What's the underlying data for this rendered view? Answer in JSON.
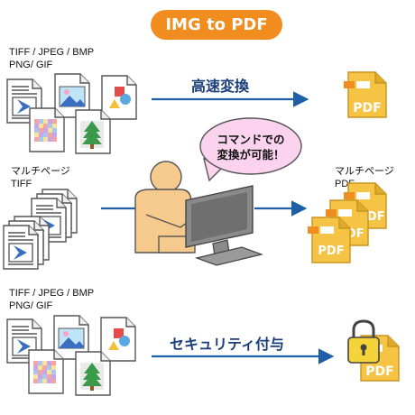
{
  "title": "IMG to PDF",
  "row1": {
    "formats_line1": "TIFF / JPEG / BMP",
    "formats_line2": "PNG/ GIF",
    "action": "高速変換",
    "output": "PDF"
  },
  "row2": {
    "input_line1": "マルチページ",
    "input_line2": "TIFF",
    "output_line1": "マルチページ",
    "output_line2": "PDF",
    "bubble_line1": "コマンドでの",
    "bubble_line2": "変換が可能！",
    "pdf_labels": [
      "PDF",
      "PDF",
      "PDF"
    ]
  },
  "row3": {
    "formats_line1": "TIFF / JPEG / BMP",
    "formats_line2": "PNG/ GIF",
    "action": "セキュリティ付与",
    "output": "PDF"
  },
  "colors": {
    "accent_orange": "#f18d1f",
    "arrow_blue": "#1f5fa8",
    "pdf_gold": "#f5c445",
    "bubble_pink": "#fbd3ee",
    "person_skin": "#f6c98c",
    "monitor_gray": "#8a8a8a"
  },
  "icons": [
    "tiff-doc-icon",
    "image-file-icon",
    "shapes-file-icon",
    "mosaic-file-icon",
    "tree-file-icon",
    "multipage-tiff-icon",
    "pdf-file-icon",
    "person-at-computer-icon",
    "speech-bubble",
    "padlock-icon"
  ]
}
